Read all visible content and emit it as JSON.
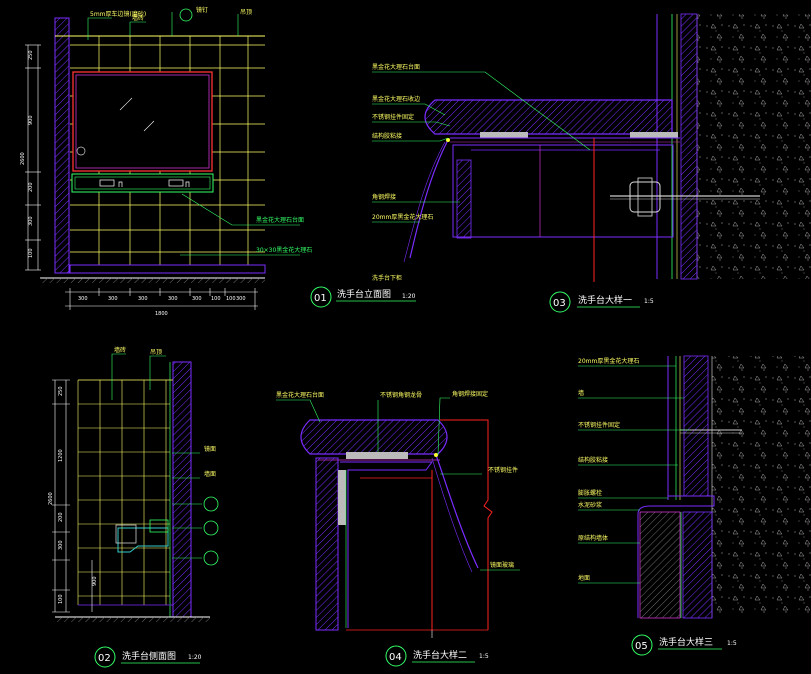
{
  "colors": {
    "background": "#000000",
    "wall_outline": "#7a2cff",
    "tile_grid": "#ffff66",
    "leader": "#33ff66",
    "cut_line": "#ff2222",
    "dimension": "#ffffff",
    "stone": "#4a4a4a",
    "magenta": "#cc33cc",
    "cyan": "#33cccc"
  },
  "drawings": [
    {
      "number": "01",
      "title": "洗手台立面图",
      "scale": "1:20"
    },
    {
      "number": "02",
      "title": "洗手台侧面图",
      "scale": "1:20"
    },
    {
      "number": "03",
      "title": "洗手台大样一",
      "scale": "1:5"
    },
    {
      "number": "04",
      "title": "洗手台大样二",
      "scale": "1:5"
    },
    {
      "number": "05",
      "title": "洗手台大样三",
      "scale": "1:5"
    }
  ],
  "d01": {
    "top_notes": [
      "5mm厚车边镜(磨砂)",
      "墙砖",
      "镜钉",
      "吊顶"
    ],
    "side_notes": [
      "黑金花大理石台面",
      "30×30黑金花大理石"
    ],
    "dims_left": [
      "250",
      "900",
      "200",
      "300",
      "100",
      "2600"
    ],
    "dims_bottom": [
      "300",
      "300",
      "300",
      "300",
      "300",
      "100",
      "100",
      "300"
    ],
    "dim_total": "1800"
  },
  "d02": {
    "top_notes": [
      "墙砖",
      "吊顶"
    ],
    "right_notes": [
      "镜面",
      "墙面"
    ],
    "dims_left": [
      "250",
      "1200",
      "200",
      "300",
      "100",
      "2600"
    ],
    "dim_mid": "900"
  },
  "d03": {
    "notes": [
      "黑金花大理石台面",
      "黑金花大理石收边",
      "不锈钢挂件固定",
      "结构胶粘接",
      "角钢焊接",
      "20mm厚黑金花大理石"
    ],
    "bottom_note": "洗手台下柜"
  },
  "d04": {
    "notes": [
      "黑金花大理石台面",
      "不锈钢角钢龙骨",
      "角钢焊接固定",
      "不锈钢挂件"
    ],
    "right_note": "镜面玻璃"
  },
  "d05": {
    "notes": [
      "20mm厚黑金花大理石",
      "墙",
      "不锈钢挂件固定",
      "结构胶粘接",
      "膨胀螺栓",
      "水泥砂浆",
      "原结构墙体",
      "地面"
    ]
  }
}
